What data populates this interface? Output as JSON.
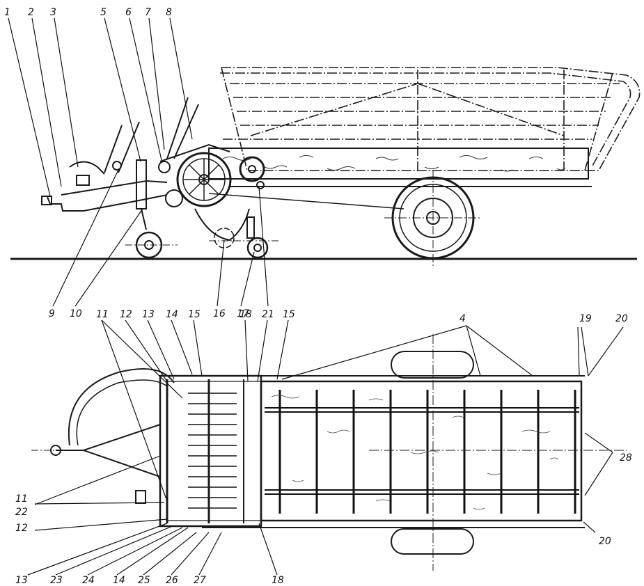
{
  "diagram": {
    "side_view_labels": [
      "1",
      "2",
      "3",
      "5",
      "6",
      "7",
      "8",
      "9",
      "10",
      "16",
      "17",
      "21"
    ],
    "top_view_labels": [
      "4",
      "11",
      "12",
      "13",
      "14",
      "15",
      "18",
      "21",
      "15",
      "19",
      "20",
      "22",
      "11",
      "12",
      "13",
      "23",
      "24",
      "14",
      "25",
      "26",
      "27",
      "18",
      "28",
      "20"
    ]
  }
}
